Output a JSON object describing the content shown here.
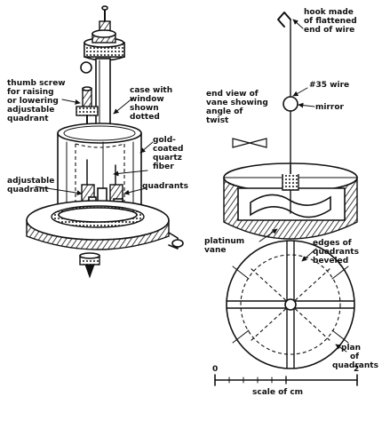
{
  "labels": {
    "thumb_screw": [
      "thumb screw",
      "for raising",
      "or lowering",
      "adjustable",
      "quadrant"
    ],
    "case_window": [
      "case with",
      "window",
      "shown",
      "dotted"
    ],
    "gold_fiber": [
      "gold-",
      "coated",
      "quartz",
      "fiber"
    ],
    "adjustable_quadrant": [
      "adjustable",
      "quadrant"
    ],
    "quadrants": "quadrants",
    "hook": [
      "hook made",
      "of flattened",
      "end of wire"
    ],
    "wire": "#35 wire",
    "end_view": [
      "end view of",
      "vane showing",
      "angle of",
      "twist"
    ],
    "mirror": "mirror",
    "platinum_vane": [
      "platinum",
      "vane"
    ],
    "edges_beveled": [
      "edges of",
      "quadrants",
      "beveled"
    ],
    "plan_quadrants": [
      "plan",
      "of",
      "quadrants"
    ],
    "scale_title": "scale of cm",
    "scale_min": "0",
    "scale_max": "2"
  }
}
